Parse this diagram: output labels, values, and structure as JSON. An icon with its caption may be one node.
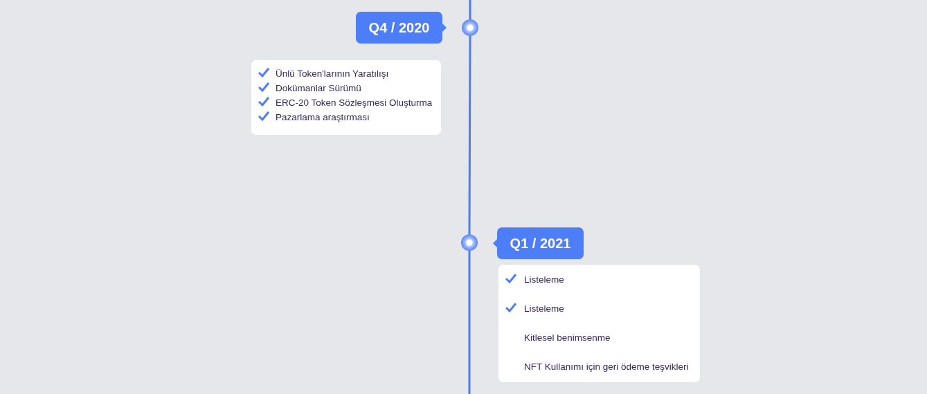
{
  "diagram": {
    "nodes": [
      {
        "text": [
          "Q4 / 2020"
        ]
      },
      {
        "text": [],
        "shape": "circle"
      },
      {
        "text": [
          "Ünlü Token'larının Yaratılışı",
          "Dokümanlar Sürümü",
          "ERC-20 Token Sözleşmesi Oluşturma",
          "Pazarlama araştırması"
        ]
      },
      {
        "text": [],
        "shape": "circle"
      },
      {
        "text": [
          "Q1 / 2021"
        ]
      },
      {
        "text": [
          "Listeleme",
          "Listeleme",
          "Kitlesel benimsenme",
          "NFT Kullanımı için geri ödeme teşvikleri"
        ]
      }
    ],
    "edges": [
      {
        "from": null,
        "to": 1,
        "arrow": "none"
      },
      {
        "from": 1,
        "to": 3,
        "arrow": "none"
      },
      {
        "from": 3,
        "to": null,
        "arrow": "none"
      }
    ]
  }
}
